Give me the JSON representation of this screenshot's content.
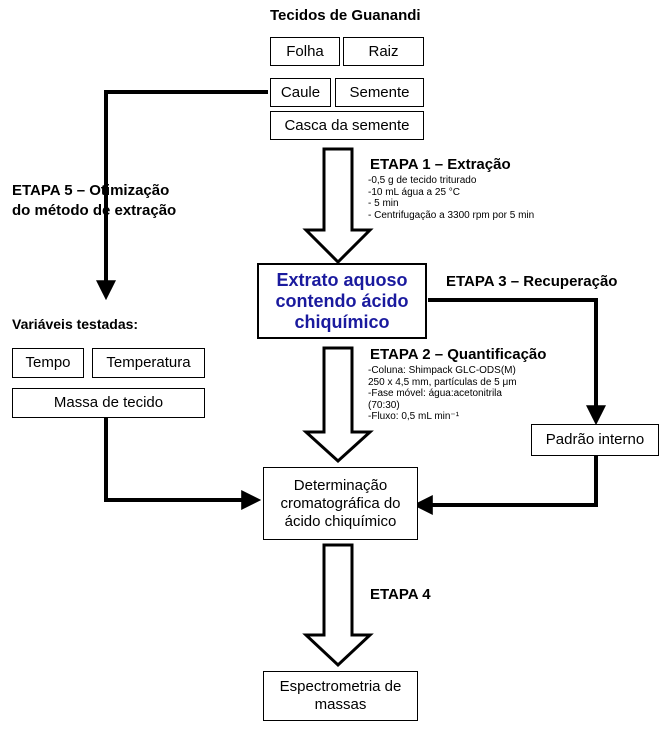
{
  "title": "Tecidos de Guanandi",
  "tissues": {
    "folha": "Folha",
    "raiz": "Raiz",
    "caule": "Caule",
    "semente": "Semente",
    "casca": "Casca da semente"
  },
  "extract": "Extrato aquoso\ncontendo ácido\nchiquímico",
  "stage1": {
    "label": "ETAPA 1 – Extração",
    "items": [
      "-0,5 g de tecido triturado",
      "-10 mL água a 25 °C",
      "- 5 min",
      "- Centrifugação a 3300 rpm por 5 min"
    ]
  },
  "stage2": {
    "label": "ETAPA 2 – Quantificação",
    "items": [
      "-Coluna: Shimpack GLC-ODS(M)",
      "250 x 4,5 mm,  partículas de 5 μm",
      "-Fase móvel: água:acetonitrila",
      "(70:30)",
      "-Fluxo: 0,5 mL min⁻¹"
    ]
  },
  "stage3": {
    "label": "ETAPA 3 – Recuperação"
  },
  "stage4": {
    "label": "ETAPA 4"
  },
  "stage5": {
    "label": "ETAPA 5 – Otimização\ndo método de extração"
  },
  "variables": {
    "label": "Variáveis testadas:",
    "tempo": "Tempo",
    "temperatura": "Temperatura",
    "massa": "Massa de tecido"
  },
  "internal_standard": "Padrão interno",
  "determination": "Determinação\ncromatográfica do\nácido chiquímico",
  "mass_spec": "Espectrometria de\nmassas"
}
